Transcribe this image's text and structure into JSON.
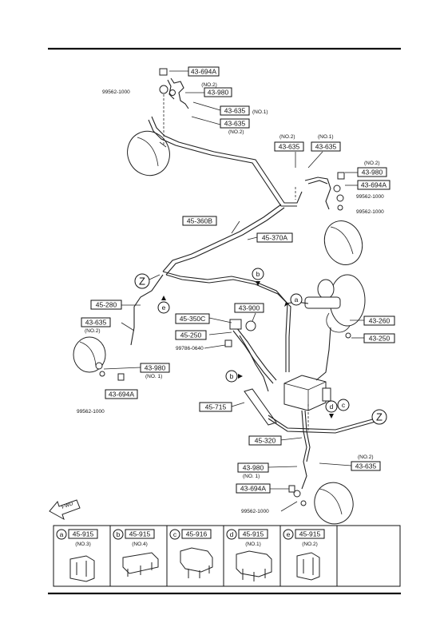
{
  "labels": {
    "l_43694A_top": "43-694A",
    "l_43980_top": "43-980",
    "l_no2_a": "(NO.2)",
    "l_99562_top": "99562-1000",
    "l_43635_a": "43-635",
    "l_no1_a": "(NO.1)",
    "l_43635_b": "43-635",
    "l_no2_b": "(NO.2)",
    "l_no2_c": "(NO.2)",
    "l_no1_c": "(NO.1)",
    "l_43635_c": "43-635",
    "l_43635_d": "43-635",
    "l_no2_d": "(NO.2)",
    "l_43980_r": "43-980",
    "l_43694A_r": "43-694A",
    "l_99562_r1": "99562-1000",
    "l_99562_r2": "99562-1000",
    "l_45360B": "45-360B",
    "l_45370A": "45-370A",
    "l_43900": "43-900",
    "l_45350C": "45-350C",
    "l_45250": "45-250",
    "l_99786": "99786-0640",
    "l_45280": "45-280",
    "l_43635_l": "43-635",
    "l_no2_l": "(NO.2)",
    "l_43980_l": "43-980",
    "l_no1_l": "(NO. 1)",
    "l_43694A_l": "43-694A",
    "l_99562_l": "99562-1000",
    "l_43260": "43-260",
    "l_43250": "43-250",
    "l_45715": "45-715",
    "l_45320": "45-320",
    "l_no2_br": "(NO.2)",
    "l_43635_br": "43-635",
    "l_43980_b": "43-980",
    "l_no1_b": "(NO. 1)",
    "l_43694A_b": "43-694A",
    "l_99562_b": "99562-1000",
    "fwd": "FWD"
  },
  "letters": {
    "a": "a",
    "b": "b",
    "b2": "b",
    "c": "c",
    "d": "d",
    "e": "e",
    "z": "Z",
    "z2": "Z"
  },
  "legend": [
    {
      "letter": "a",
      "part": "45-915",
      "note": "(NO.3)"
    },
    {
      "letter": "b",
      "part": "45-915",
      "note": "(NO.4)"
    },
    {
      "letter": "c",
      "part": "45-916",
      "note": ""
    },
    {
      "letter": "d",
      "part": "45-915",
      "note": "(NO.1)"
    },
    {
      "letter": "e",
      "part": "45-915",
      "note": "(NO.2)"
    }
  ]
}
